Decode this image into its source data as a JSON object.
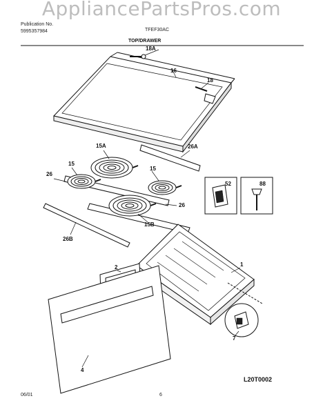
{
  "watermark": "AppliancePartsPros.com",
  "header": {
    "publication_label": "Publication No.",
    "publication_no": "5995357984",
    "model_code": "TFEF30AC",
    "section_title": "TOP/DRAWER"
  },
  "callouts": {
    "c18a": "18A",
    "c16": "16",
    "c18": "18",
    "c15a": "15A",
    "c26a": "26A",
    "c15_left": "15",
    "c26_left": "26",
    "c15_right": "15",
    "c52": "52",
    "c88": "88",
    "c26_right": "26",
    "c15b": "15B",
    "c26b": "26B",
    "c2": "2",
    "c1": "1",
    "c4": "4",
    "c7": "7"
  },
  "doc_id": "L20T0002",
  "footer": {
    "date": "06/01",
    "page": "6"
  }
}
